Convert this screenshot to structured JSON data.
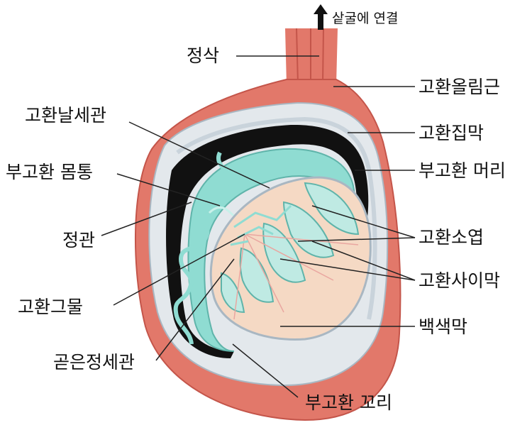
{
  "colors": {
    "muscle": "#e2786a",
    "muscle_dark": "#c4554a",
    "tunica": "#e3e8ec",
    "tunica_shade": "#c9d3db",
    "duct": "#8fdcd2",
    "duct_light": "#c9f1ea",
    "testis": "#f5d9c4",
    "black": "#111111"
  },
  "labels": {
    "abdomen_link": "샅굴에 연결",
    "spermatic_cord": "정삭",
    "cremaster": "고환올림근",
    "tunica_vaginalis": "고환집막",
    "epididymis_head": "부고환 머리",
    "efferent_ductules": "고환날세관",
    "epididymis_body": "부고환 몸통",
    "ductus_deferens": "정관",
    "lobule": "고환소엽",
    "septum": "고환사이막",
    "rete_testis": "고환그물",
    "tunica_albuginea": "백색막",
    "straight_tubule": "곧은정세관",
    "epididymis_tail": "부고환 꼬리"
  }
}
